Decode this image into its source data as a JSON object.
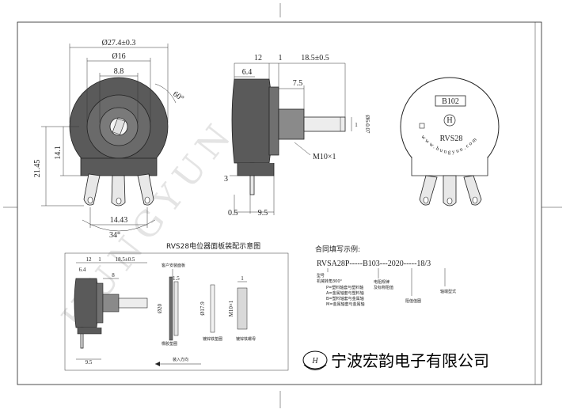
{
  "front_view": {
    "dim_outer": "Ø27.4±0.3",
    "dim_mid": "Ø16",
    "dim_inner": "8.8",
    "dim_angle_top": "60°",
    "dim_height": "21.45",
    "dim_height2": "14.1",
    "dim_pitch": "14.43",
    "dim_angle_bottom": "34°"
  },
  "side_view": {
    "dim_12": "12",
    "dim_1": "1",
    "dim_shaft": "18.5±0.5",
    "dim_6_4": "6.4",
    "dim_7_5": "7.5",
    "dim_shaft_dia": "Ø6-0.07",
    "dim_1b": "1",
    "thread": "M10×1",
    "dim_3": "3",
    "dim_0_5": "0.5",
    "dim_9_5": "9.5"
  },
  "back_view": {
    "code": "B102",
    "model": "RVS28",
    "url": "www.hungyun.com",
    "logo_letter": "H"
  },
  "watermark": "HUNGYUN",
  "assembly": {
    "title": "RVS28电位器面板装配示意图",
    "dim_12": "12",
    "dim_1": "1",
    "dim_shaft": "18.5±0.5",
    "dim_6_4": "6.4",
    "dim_8": "8",
    "dim_bore": "Ø20",
    "dim_9_5": "9.5",
    "panel_label": "客户安装面板",
    "dim_1_5": "1.5",
    "washer_dia": "Ø17.9",
    "dim_1c": "1",
    "nut_thread": "M10×1",
    "rubber_label": "橡胶垫圈",
    "washer_label": "镀锌铁垫圈",
    "nut_label": "镀锌铁螺母",
    "direction_label": "装入方向"
  },
  "order_example": {
    "title": "合同填写示例:",
    "code": "RVSA28P-----B103---2020-----18/3",
    "model_label": "型号",
    "model_note": "机械转角300°",
    "opt_p": "P=塑料轴套与塑料轴",
    "opt_a": "A=金属轴套与塑料轴",
    "opt_b": "B=塑料轴套与金属轴",
    "opt_m": "M=金属轴套与金属轴",
    "resistance_label": "电阻规律\n及标称阻值",
    "resistance_label_1": "电阻规律",
    "resistance_label_2": "及标称阻值",
    "value_label": "阻值值圈",
    "shaft_label": "轴端型式"
  },
  "company": {
    "logo_letter": "H",
    "name": "宁波宏韵电子有限公司"
  }
}
